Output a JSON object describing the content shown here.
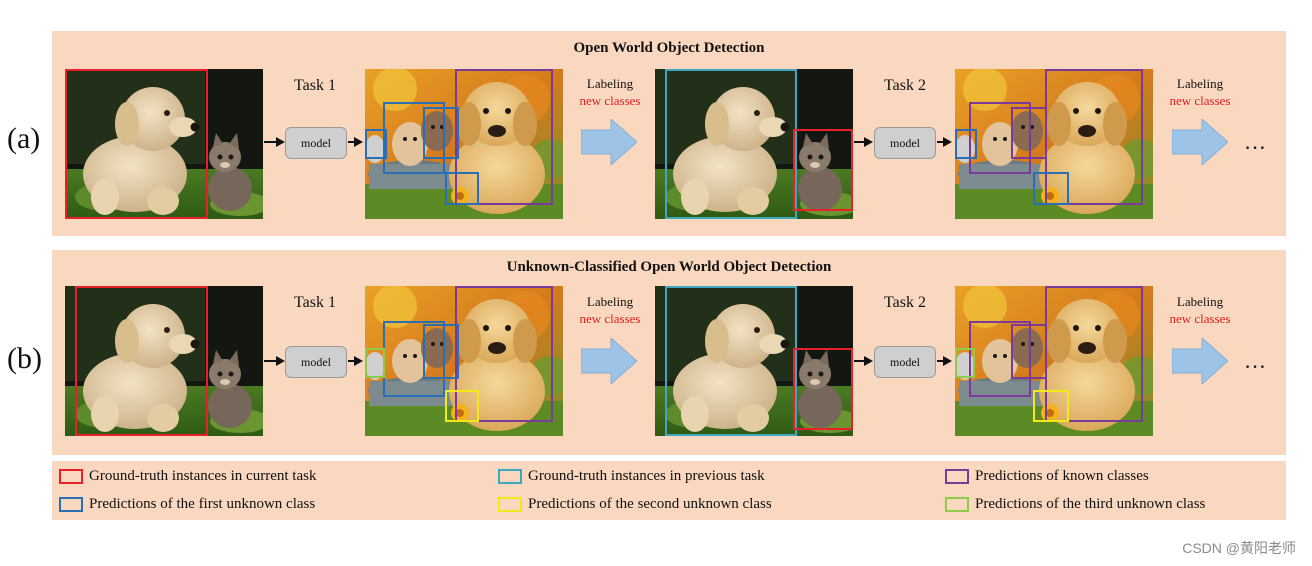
{
  "row_a": {
    "label": "(a)",
    "title": "Open World Object Detection",
    "task1": "Task 1",
    "task2": "Task 2",
    "model1": "model",
    "model2": "model",
    "labeling1": "Labeling",
    "new_classes1": "new classes",
    "labeling2": "Labeling",
    "new_classes2": "new classes",
    "ellipsis": "…"
  },
  "row_b": {
    "label": "(b)",
    "title": "Unknown-Classified Open World Object Detection",
    "task1": "Task 1",
    "task2": "Task 2",
    "model1": "model",
    "model2": "model",
    "labeling1": "Labeling",
    "new_classes1": "new classes",
    "labeling2": "Labeling",
    "new_classes2": "new classes",
    "ellipsis": "…"
  },
  "legend": {
    "gt_current": "Ground-truth instances  in current task",
    "gt_previous": "Ground-truth instances  in previous task",
    "pred_known": "Predictions of known classes",
    "pred_unknown1": "Predictions of the first unknown class",
    "pred_unknown2": "Predictions of the second unknown class",
    "pred_unknown3": "Predictions of the third unknown class"
  },
  "colors": {
    "gt_current": "#e8202a",
    "gt_previous": "#3fa7bd",
    "pred_known": "#7a3a9a",
    "pred_unknown1": "#2a6fb6",
    "pred_unknown2": "#f2e81a",
    "pred_unknown3": "#8ecb4a",
    "panel_bg": "#fad8c0",
    "block_arrow": "#9dc3e6"
  },
  "watermark": "CSDN @黄阳老师"
}
